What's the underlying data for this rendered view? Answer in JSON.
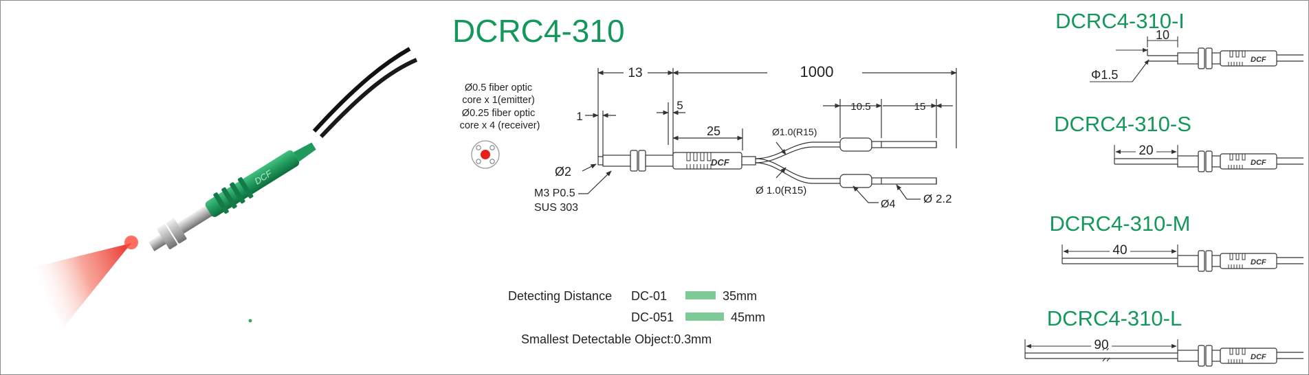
{
  "colors": {
    "brand_green": "#14975a",
    "line": "#333333",
    "sensor_green": "#239a5e",
    "spot_red": "#e8201c",
    "bar_green": "#7ecb98"
  },
  "main_title": "DCRC4-310",
  "fiber_note": [
    "Ø0.5 fiber optic",
    "core x 1(emitter)",
    "Ø0.25 fiber optic",
    "core x 4 (receiver)"
  ],
  "dims": {
    "d13": "13",
    "d1000": "1000",
    "d1": "1",
    "d5": "5",
    "d25": "25",
    "d105": "10.5",
    "d15": "15",
    "phi2": "Ø2",
    "thread": "M3 P0.5",
    "material": "SUS  303",
    "top_branch": "Ø1.0(R15)",
    "bottom_branch": "Ø 1.0(R15)",
    "phi4": "Ø4",
    "phi22": "Ø 2.2"
  },
  "detection": {
    "label": "Detecting  Distance",
    "rows": [
      {
        "model": "DC-01",
        "value": "35mm",
        "fraction": 0.778
      },
      {
        "model": "DC-051",
        "value": "45mm",
        "fraction": 1.0
      }
    ],
    "smallest": "Smallest Detectable Object:0.3mm"
  },
  "variants": [
    {
      "title": "DCRC4-310-I",
      "dim": "10",
      "extra": "Φ1.5"
    },
    {
      "title": "DCRC4-310-S",
      "dim": "20"
    },
    {
      "title": "DCRC4-310-M",
      "dim": "40"
    },
    {
      "title": "DCRC4-310-L",
      "dim": "90"
    }
  ],
  "logo_text": "DCF"
}
